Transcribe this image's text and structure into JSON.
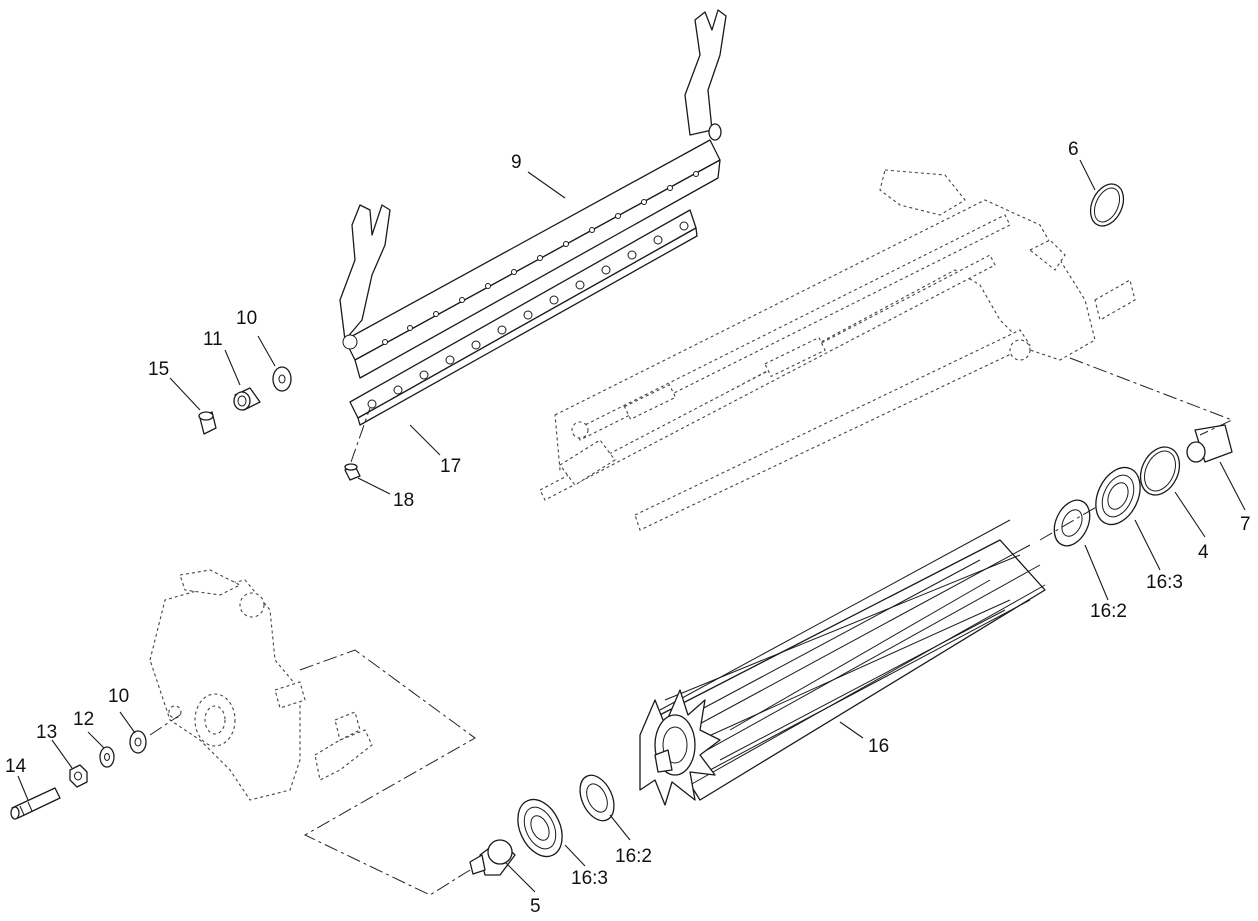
{
  "diagram": {
    "callouts": {
      "c9": "9",
      "c6": "6",
      "c10a": "10",
      "c11": "11",
      "c15": "15",
      "c17": "17",
      "c18": "18",
      "c7": "7",
      "c4": "4",
      "c16_3a": "16:3",
      "c16_2a": "16:2",
      "c16": "16",
      "c10b": "10",
      "c12": "12",
      "c13": "13",
      "c14": "14",
      "c5": "5",
      "c16_3b": "16:3",
      "c16_2b": "16:2"
    }
  }
}
